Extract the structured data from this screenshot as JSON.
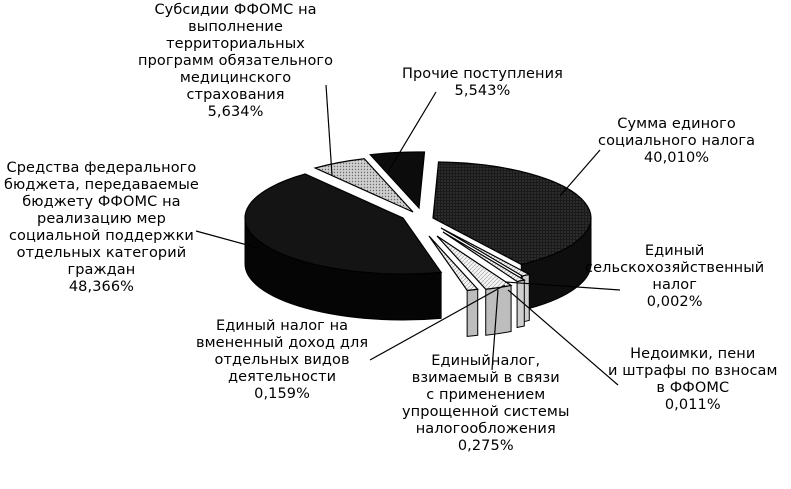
{
  "chart_data": {
    "type": "pie",
    "style": "3d-exploded",
    "slices": [
      {
        "name": "Сумма единого социального налога",
        "name_lines": [
          "Сумма единого",
          "социального налога"
        ],
        "value": 40.01,
        "label": "40,010%",
        "color": "#1e1e1e"
      },
      {
        "name": "Единый сельскохозяйственный налог",
        "name_lines": [
          "Единый",
          "сельскохозяйственный",
          "налог"
        ],
        "value": 0.002,
        "label": "0,002%",
        "color": "#f2f2f2"
      },
      {
        "name": "Недоимки, пени и штрафы по взносам в ФФОМС",
        "name_lines": [
          "Недоимки, пени",
          "и штрафы по взносам",
          "в ФФОМС"
        ],
        "value": 0.011,
        "label": "0,011%",
        "color": "#f2f2f2"
      },
      {
        "name": "Единый налог, взимаемый в связи с применением упрощенной системы налогообложения",
        "name_lines": [
          "Единыйналог,",
          "взимаемый  в связи",
          "с применением",
          "упрощенной системы",
          "налогообложения"
        ],
        "value": 0.275,
        "label": "0,275%",
        "color": "#f4f4f4"
      },
      {
        "name": "Единый налог на вмененный доход для отдельных видов деятельности",
        "name_lines": [
          "Единый налог на",
          "вмененный доход для",
          "отдельных видов",
          "деятельности"
        ],
        "value": 0.159,
        "label": "0,159%",
        "color": "#e8e8e8"
      },
      {
        "name": "Средства федерального бюджета, передаваемые бюджету ФФОМС на реализацию мер социальной поддержки отдельных категорий граждан",
        "name_lines": [
          "Средства  федерального",
          "бюджета,  передаваемые",
          "бюджету  ФФОМС на",
          "реализацию мер",
          "социальной поддержки",
          "отдельных  категорий",
          "граждан"
        ],
        "value": 48.366,
        "label": "48,366%",
        "color": "#111111"
      },
      {
        "name": "Субсидии ФФОМС на выполнение территориальных программ обязательного медицинского страхования",
        "name_lines": [
          "Субсидии ФФОМС на",
          "выполнение",
          "территориальных",
          "программ  обязательного",
          "медицинского",
          "страхования"
        ],
        "value": 5.634,
        "label": "5,634%",
        "color": "#d8d8d8"
      },
      {
        "name": "Прочие поступления",
        "name_lines": [
          "Прочие поступления"
        ],
        "value": 5.543,
        "label": "5,543%",
        "color": "#0d0d0d"
      }
    ]
  }
}
